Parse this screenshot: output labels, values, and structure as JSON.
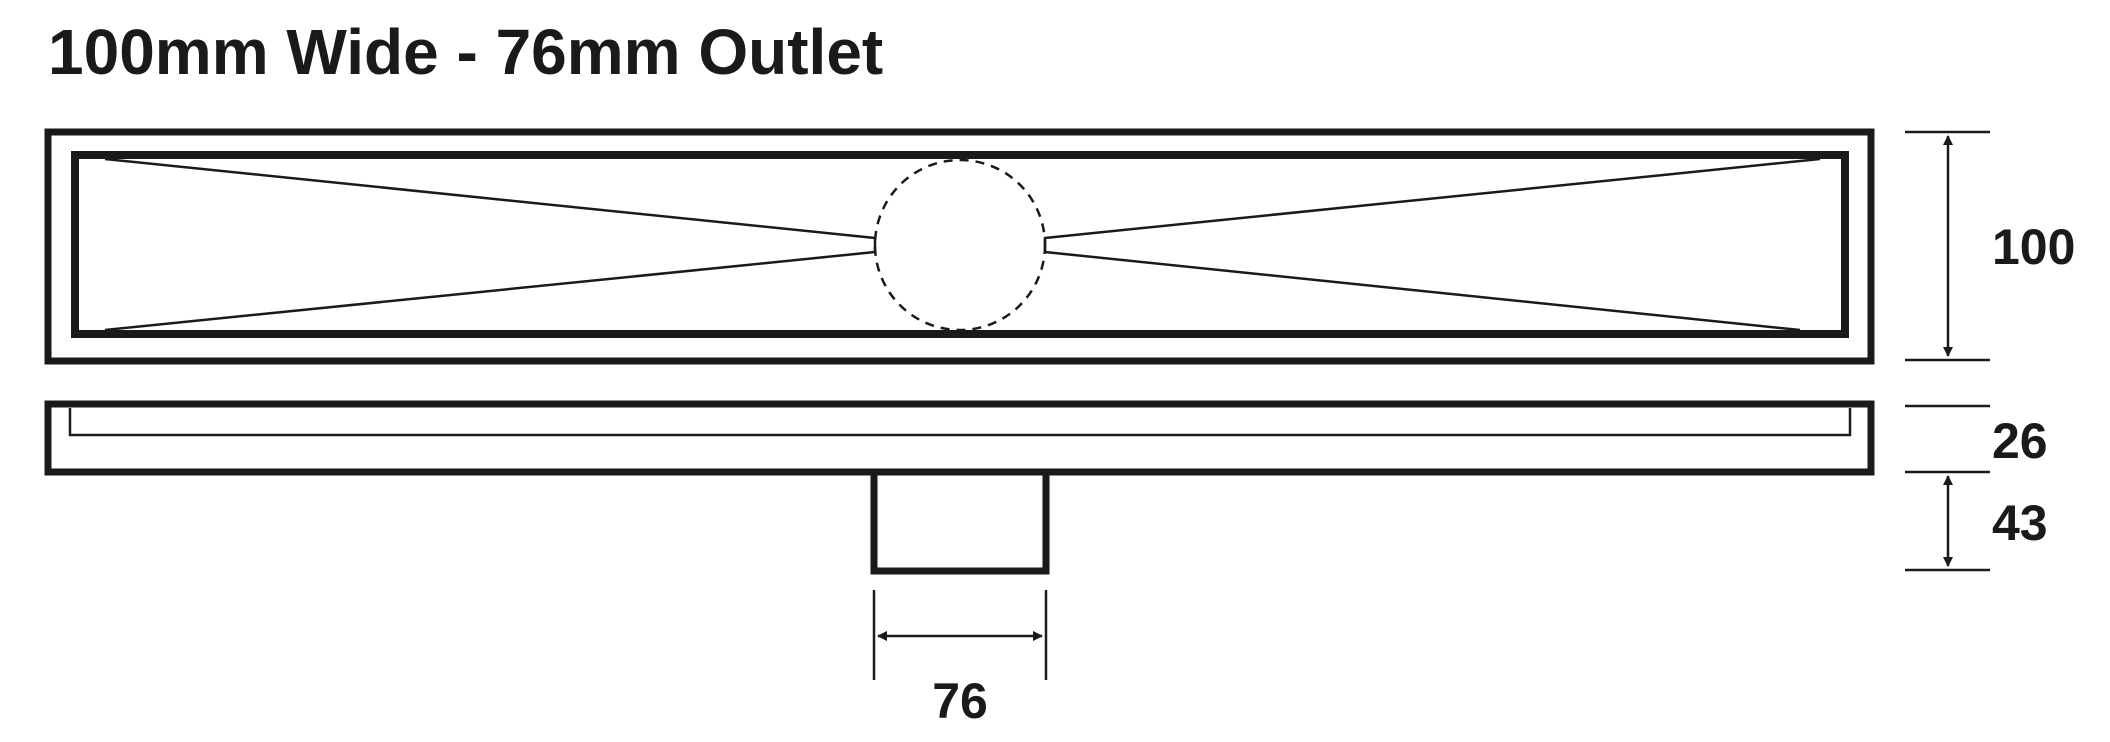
{
  "title": "100mm Wide - 76mm Outlet",
  "dimensions": {
    "width": "100",
    "top_height": "26",
    "outlet_height": "43",
    "outlet_width": "76"
  }
}
